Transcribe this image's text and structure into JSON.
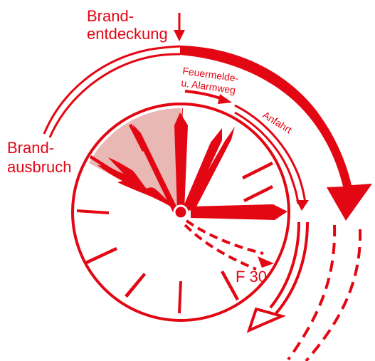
{
  "labels": {
    "brandentdeckung_line1": "Brand-",
    "brandentdeckung_line2": "entdeckung",
    "brandausbruch_line1": "Brand-",
    "brandausbruch_line2": "ausbruch",
    "feuermelde_line1": "Feuermelde-",
    "feuermelde_line2": "u. Alarmweg",
    "anfahrt": "Anfahrt",
    "f30": "F 30"
  },
  "colors": {
    "primary_red": "#e30613",
    "pale_red": "#e9b7b4",
    "background": "#ffffff"
  },
  "icons": {
    "flame": "flame-icon",
    "clock": "clock-icon"
  }
}
